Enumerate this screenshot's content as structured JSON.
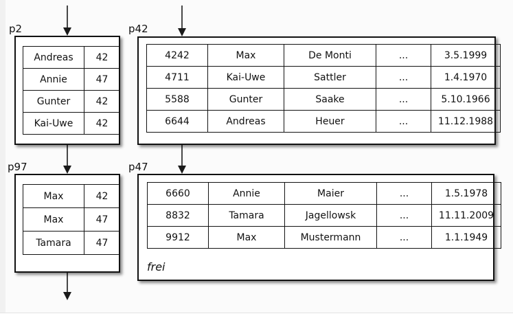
{
  "diagram": {
    "title_hidden": "",
    "colors": {
      "background": "#fbfbfb",
      "box_background": "#ffffff",
      "border": "#111111",
      "text": "#111111"
    },
    "pages": [
      {
        "key": "p2",
        "label": "p2",
        "kind": "index-page",
        "rows": [
          [
            "Andreas",
            "42"
          ],
          [
            "Annie",
            "47"
          ],
          [
            "Gunter",
            "42"
          ],
          [
            "Kai-Uwe",
            "42"
          ]
        ]
      },
      {
        "key": "p42",
        "label": "p42",
        "kind": "data-page",
        "rows": [
          [
            "4242",
            "Max",
            "De Monti",
            "...",
            "3.5.1999"
          ],
          [
            "4711",
            "Kai-Uwe",
            "Sattler",
            "...",
            "1.4.1970"
          ],
          [
            "5588",
            "Gunter",
            "Saake",
            "...",
            "5.10.1966"
          ],
          [
            "6644",
            "Andreas",
            "Heuer",
            "...",
            "11.12.1988"
          ]
        ]
      },
      {
        "key": "p97",
        "label": "p97",
        "kind": "index-page",
        "rows": [
          [
            "Max",
            "42"
          ],
          [
            "Max",
            "47"
          ],
          [
            "Tamara",
            "47"
          ]
        ]
      },
      {
        "key": "p47",
        "label": "p47",
        "kind": "data-page",
        "footer": "frei",
        "rows": [
          [
            "6660",
            "Annie",
            "Maier",
            "...",
            "1.5.1978"
          ],
          [
            "8832",
            "Tamara",
            "Jagellowsk",
            "...",
            "11.11.2009"
          ],
          [
            "9912",
            "Max",
            "Mustermann",
            "...",
            "1.1.1949"
          ]
        ]
      }
    ]
  }
}
